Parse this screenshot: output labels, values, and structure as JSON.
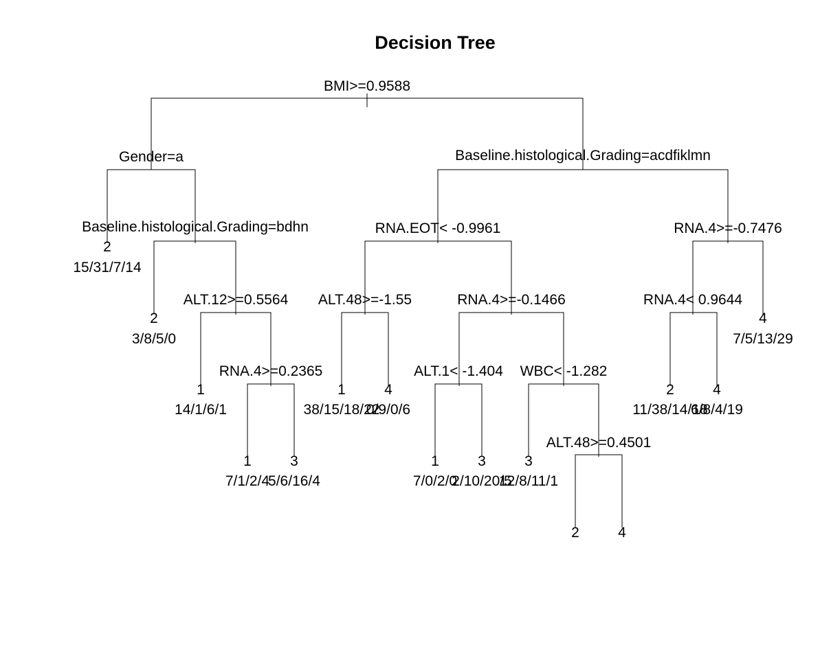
{
  "title": "Decision Tree",
  "root_label": "BMI>=0.9588",
  "splits": {
    "gender": "Gender=a",
    "grading_right": "Baseline.histological.Grading=acdfiklmn",
    "grading_left": "Baseline.histological.Grading=bdhn",
    "alt12": "ALT.12>=0.5564",
    "rna4_a": "RNA.4>=0.2365",
    "rna_eot": "RNA.EOT< -0.9961",
    "alt48_a": "ALT.48>=-1.55",
    "rna4_b": "RNA.4>=-0.1466",
    "alt1": "ALT.1< -1.404",
    "wbc": "WBC< -1.282",
    "alt48_b": "ALT.48>=0.4501",
    "rna4_c": "RNA.4>=-0.7476",
    "rna4_d": "RNA.4< 0.9644"
  },
  "leaves": {
    "l1": {
      "cls": "2",
      "counts": "15/31/7/14"
    },
    "l2": {
      "cls": "2",
      "counts": "3/8/5/0"
    },
    "l3": {
      "cls": "1",
      "counts": "14/1/6/1"
    },
    "l4": {
      "cls": "1",
      "counts": "7/1/2/4"
    },
    "l5": {
      "cls": "3",
      "counts": "5/6/16/4"
    },
    "l6": {
      "cls": "1",
      "counts": "38/15/18/22"
    },
    "l7": {
      "cls": "4",
      "counts": "0/9/0/6"
    },
    "l8": {
      "cls": "1",
      "counts": "7/0/2/0"
    },
    "l9": {
      "cls": "3",
      "counts": "2/10/20/5"
    },
    "l10": {
      "cls": "3",
      "counts": "12/8/11/1"
    },
    "l11": {
      "cls": "2",
      "counts": ""
    },
    "l12": {
      "cls": "4",
      "counts": ""
    },
    "l13": {
      "cls": "2",
      "counts": "11/38/14/18"
    },
    "l14": {
      "cls": "4",
      "counts": "6/8/4/19"
    },
    "l15": {
      "cls": "4",
      "counts": "7/5/13/29"
    }
  }
}
